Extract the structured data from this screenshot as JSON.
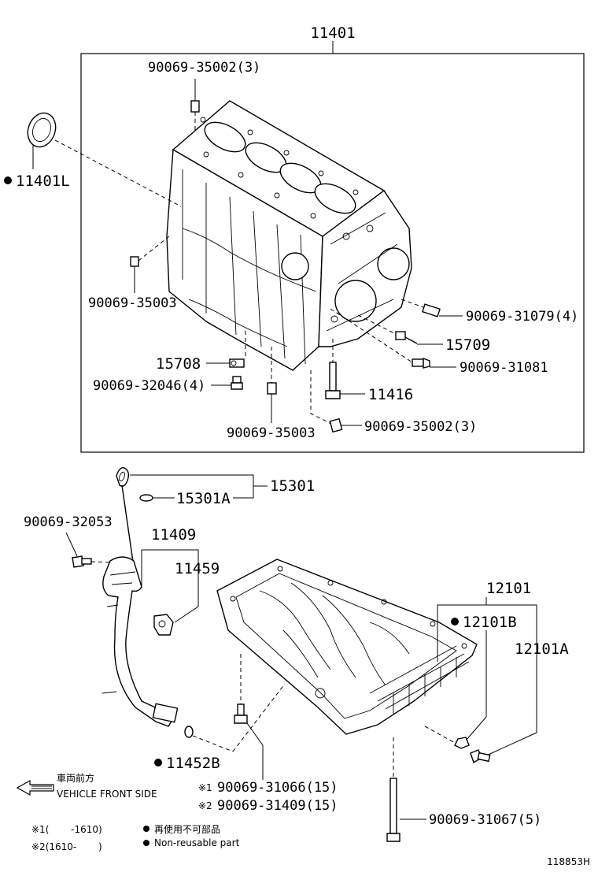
{
  "labels": {
    "p11401": "11401",
    "p11401L": "11401L",
    "p90069_35002_top": "90069-35002(3)",
    "p90069_35003_left": "90069-35003",
    "p90069_31079": "90069-31079(4)",
    "p15709": "15709",
    "p90069_31081": "90069-31081",
    "p15708": "15708",
    "p90069_32046": "90069-32046(4)",
    "p11416": "11416",
    "p90069_35003_bottom": "90069-35003",
    "p90069_35002_bottom": "90069-35002(3)",
    "p15301": "15301",
    "p15301A": "15301A",
    "p90069_32053": "90069-32053",
    "p11409": "11409",
    "p11459": "11459",
    "p12101": "12101",
    "p12101B": "12101B",
    "p12101A": "12101A",
    "p11452B": "11452B",
    "p90069_31066": "90069-31066(15)",
    "p90069_31409": "90069-31409(15)",
    "p90069_31067": "90069-31067(5)"
  },
  "marks": {
    "note1": "※1",
    "note2": "※2"
  },
  "legend": {
    "vehicle_front_jp": "車両前方",
    "vehicle_front_en": "VEHICLE FRONT SIDE",
    "note1_range": "※1(　　 -1610)",
    "note2_range": "※2(1610-　　 )",
    "nonreusable_jp": "再使用不可部品",
    "nonreusable_en": "Non-reusable part"
  },
  "diagram_id": "118853H"
}
